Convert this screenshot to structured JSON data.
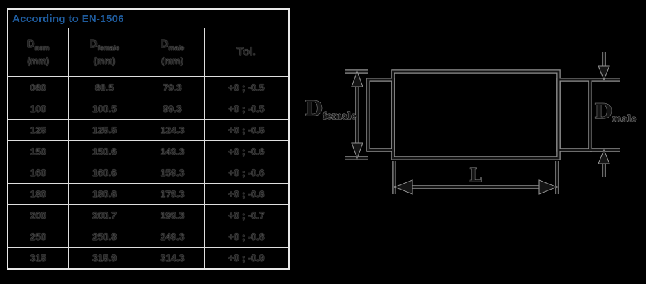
{
  "table": {
    "title": "According to EN-1506",
    "headers": [
      {
        "symbol": "D",
        "sub": "nom",
        "unit": "(mm)"
      },
      {
        "symbol": "D",
        "sub": "female",
        "unit": "(mm)"
      },
      {
        "symbol": "D",
        "sub": "male",
        "unit": "(mm)"
      },
      {
        "symbol": "Tol.",
        "sub": "",
        "unit": ""
      }
    ],
    "rows": [
      {
        "dnom": "080",
        "dfemale": "80.5",
        "dmale": "79.3",
        "tol": "+0 ; -0.5"
      },
      {
        "dnom": "100",
        "dfemale": "100.5",
        "dmale": "99.3",
        "tol": "+0 ; -0.5"
      },
      {
        "dnom": "125",
        "dfemale": "125.5",
        "dmale": "124.3",
        "tol": "+0 ; -0.5"
      },
      {
        "dnom": "150",
        "dfemale": "150.6",
        "dmale": "149.3",
        "tol": "+0 ; -0.6"
      },
      {
        "dnom": "160",
        "dfemale": "160.6",
        "dmale": "159.3",
        "tol": "+0 ; -0.6"
      },
      {
        "dnom": "180",
        "dfemale": "180.6",
        "dmale": "179.3",
        "tol": "+0 ; -0.6"
      },
      {
        "dnom": "200",
        "dfemale": "200.7",
        "dmale": "199.3",
        "tol": "+0 ; -0.7"
      },
      {
        "dnom": "250",
        "dfemale": "250.8",
        "dmale": "249.3",
        "tol": "+0 ; -0.8"
      },
      {
        "dnom": "315",
        "dfemale": "315.9",
        "dmale": "314.3",
        "tol": "+0 ; -0.9"
      }
    ]
  },
  "diagram": {
    "female": {
      "symbol": "D",
      "sub": "female"
    },
    "male": {
      "symbol": "D",
      "sub": "male"
    },
    "length_label": "L"
  },
  "colors": {
    "background": "#000000",
    "title_blue": "#1f5c9e",
    "table_border": "#e8e8e8",
    "line_ink": "#141414",
    "line_halo": "#8f8f8f",
    "etched_text": "#222222"
  }
}
